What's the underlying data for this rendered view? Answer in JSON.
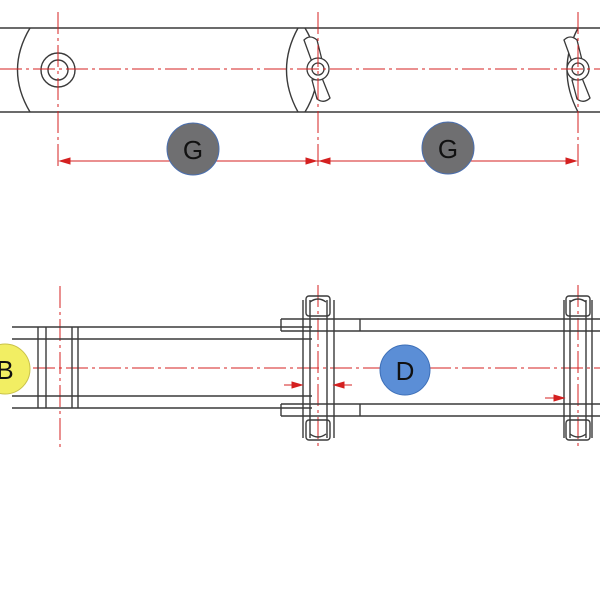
{
  "drawing": {
    "colors": {
      "outline": "#3a3a3a",
      "centerline": "#d42020",
      "callout_gray": "#6f6f71",
      "callout_yellow": "#f2ee63",
      "callout_blue": "#5b8ed6",
      "callout_text": "#111111"
    },
    "callouts": {
      "pitch_left": "G",
      "pitch_right": "G",
      "left_end": "B",
      "link_width": "D"
    }
  }
}
